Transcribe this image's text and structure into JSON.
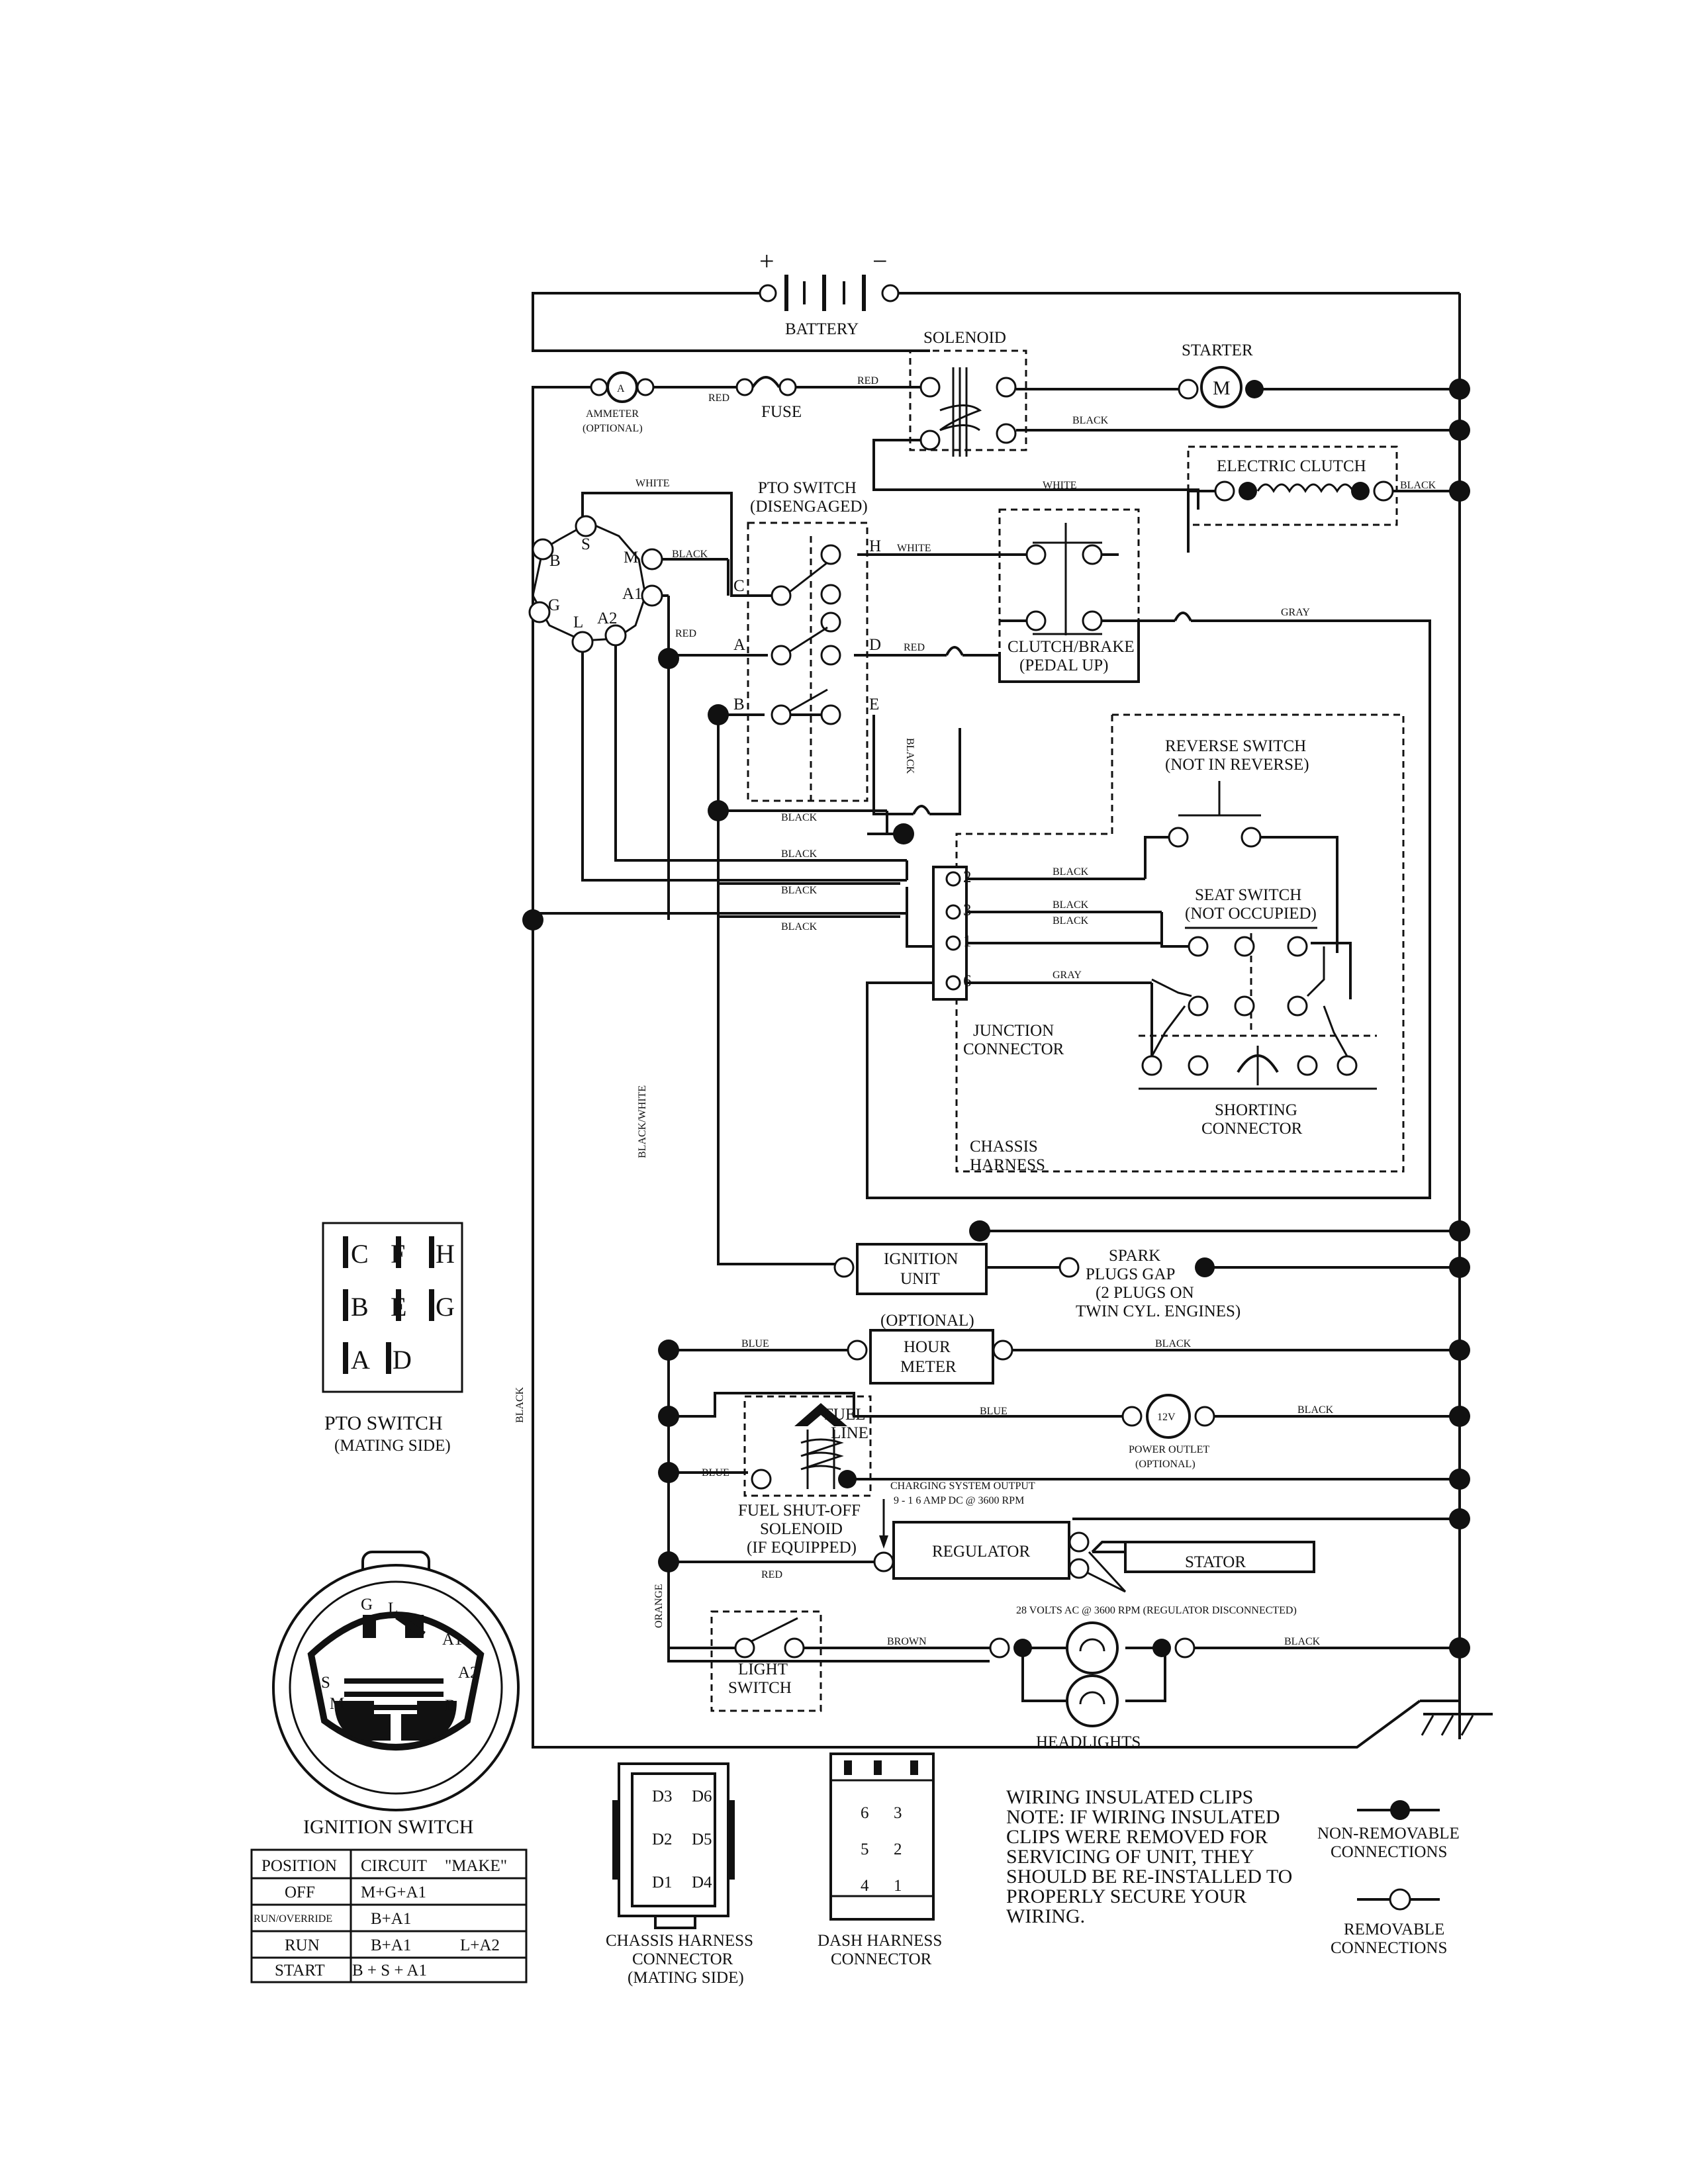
{
  "components": {
    "battery": "BATTERY",
    "battery_plus": "+",
    "battery_minus": "−",
    "solenoid": "SOLENOID",
    "starter": "STARTER",
    "starter_symbol": "M",
    "ammeter": [
      "AMMETER",
      "(OPTIONAL)"
    ],
    "ammeter_symbol": "A",
    "fuse": "FUSE",
    "electric_clutch": "ELECTRIC CLUTCH",
    "pto_switch": [
      "PTO SWITCH",
      "(DISENGAGED)"
    ],
    "clutch_brake": [
      "CLUTCH/BRAKE",
      "(PEDAL UP)"
    ],
    "reverse_switch": [
      "REVERSE SWITCH",
      "(NOT IN REVERSE)"
    ],
    "seat_switch": [
      "SEAT SWITCH",
      "(NOT OCCUPIED)"
    ],
    "junction_connector": [
      "JUNCTION",
      "CONNECTOR"
    ],
    "shorting_connector": [
      "SHORTING",
      "CONNECTOR"
    ],
    "chassis_harness": [
      "CHASSIS",
      "HARNESS"
    ],
    "ignition_unit": [
      "IGNITION",
      "UNIT"
    ],
    "spark_plugs": [
      "SPARK",
      "PLUGS GAP",
      "(2 PLUGS ON",
      "TWIN CYL. ENGINES)"
    ],
    "hour_meter_optional": "(OPTIONAL)",
    "hour_meter": [
      "HOUR",
      "METER"
    ],
    "fuel_line": [
      "FUEL",
      "LINE"
    ],
    "power_outlet_symbol": "12V",
    "power_outlet": [
      "POWER OUTLET",
      "(OPTIONAL)"
    ],
    "fuel_shutoff": [
      "FUEL SHUT-OFF",
      "SOLENOID",
      "(IF EQUIPPED)"
    ],
    "charging_output": [
      "CHARGING SYSTEM OUTPUT",
      "9 - 1 6 AMP DC @ 3600 RPM"
    ],
    "regulator": "REGULATOR",
    "stator": "STATOR",
    "stator_note": "28 VOLTS AC @ 3600 RPM (REGULATOR DISCONNECTED)",
    "light_switch": [
      "LIGHT",
      "SWITCH"
    ],
    "headlights": "HEADLIGHTS"
  },
  "wire_colors": {
    "red": "RED",
    "black": "BLACK",
    "white": "WHITE",
    "gray": "GRAY",
    "blue": "BLUE",
    "brown": "BROWN",
    "orange": "ORANGE",
    "black_white": "BLACK/WHITE"
  },
  "ignition_terminals": [
    "B",
    "S",
    "M",
    "A1",
    "A2",
    "L",
    "G"
  ],
  "pto_terminals": [
    "C",
    "H",
    "A",
    "D",
    "B",
    "E"
  ],
  "junction_pins": [
    "2",
    "3",
    "1",
    "6"
  ],
  "pto_mating": {
    "title": "PTO SWITCH",
    "subtitle": "(MATING SIDE)",
    "pins": [
      [
        "C",
        "F",
        "H"
      ],
      [
        "B",
        "E",
        "G"
      ],
      [
        "A",
        "D"
      ]
    ]
  },
  "ignition_switch": {
    "title": "IGNITION SWITCH",
    "face_labels": [
      "G",
      "L",
      "A1",
      "A2",
      "S",
      "B",
      "M"
    ],
    "headers": [
      "POSITION",
      "CIRCUIT",
      "\"MAKE\""
    ],
    "rows": [
      [
        "OFF",
        "M+G+A1",
        ""
      ],
      [
        "RUN/OVERRIDE",
        "B+A1",
        ""
      ],
      [
        "RUN",
        "B+A1",
        "L+A2"
      ],
      [
        "START",
        "B + S + A1",
        ""
      ]
    ]
  },
  "chassis_harness_connector": {
    "title": [
      "CHASSIS HARNESS",
      "CONNECTOR",
      "(MATING SIDE)"
    ],
    "pins": [
      "D3",
      "D6",
      "D2",
      "D5",
      "D1",
      "D4"
    ]
  },
  "dash_harness_connector": {
    "title": [
      "DASH HARNESS",
      "CONNECTOR"
    ],
    "pins": [
      "6",
      "3",
      "5",
      "2",
      "4",
      "1"
    ]
  },
  "note": [
    "WIRING INSULATED CLIPS",
    "NOTE:  IF WIRING INSULATED",
    "CLIPS WERE REMOVED FOR",
    "SERVICING OF UNIT, THEY",
    "SHOULD BE RE-INSTALLED TO",
    "PROPERLY SECURE YOUR",
    "WIRING."
  ],
  "legend": {
    "non_removable": [
      "NON-REMOVABLE",
      "CONNECTIONS"
    ],
    "removable": [
      "REMOVABLE",
      "CONNECTIONS"
    ]
  }
}
